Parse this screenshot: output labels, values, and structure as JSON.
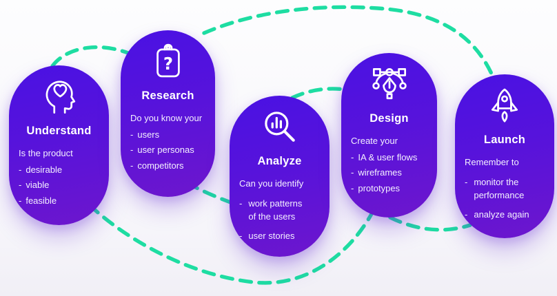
{
  "colors": {
    "connector_accent": "#1EDDA2",
    "card_gradient_top": "#4A11E3",
    "card_gradient_bottom": "#6D16CD",
    "card_text": "#FFFFFF",
    "background": "#F8F7FB"
  },
  "bullet_dash": "-",
  "stages": [
    {
      "title": "Understand",
      "icon": "head-heart-icon",
      "intro": "Is the product",
      "bullets": [
        "desirable",
        "viable",
        "feasible"
      ]
    },
    {
      "title": "Research",
      "icon": "clipboard-question-icon",
      "icon_glyph": "?",
      "intro": "Do you know your",
      "bullets": [
        "users",
        "user personas",
        "competitors"
      ]
    },
    {
      "title": "Analyze",
      "icon": "magnifier-chart-icon",
      "intro": "Can you identify",
      "bullets": [
        "work patterns\nof the users",
        "user stories"
      ]
    },
    {
      "title": "Design",
      "icon": "pen-tool-icon",
      "intro": "Create your",
      "bullets": [
        "IA & user flows",
        "wireframes",
        "prototypes"
      ]
    },
    {
      "title": "Launch",
      "icon": "rocket-icon",
      "intro": "Remember to",
      "bullets": [
        "monitor the\nperformance",
        "analyze again"
      ]
    }
  ]
}
